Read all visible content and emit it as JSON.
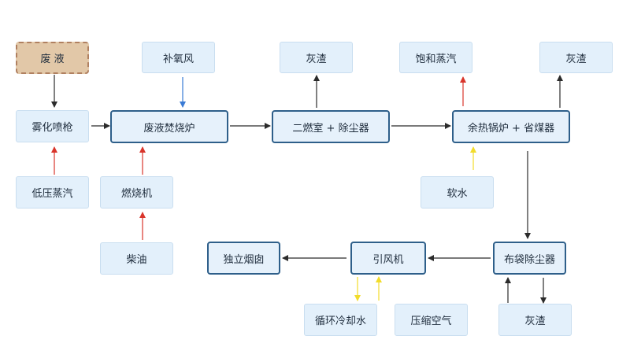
{
  "nodes": {
    "waste_liquid": "废 液",
    "oxygen_air": "补氧风",
    "ash_1": "灰渣",
    "saturated_steam": "饱和蒸汽",
    "ash_2": "灰渣",
    "atomizing_gun": "雾化喷枪",
    "incinerator": "废液焚烧炉",
    "secondary_chamber": "二燃室 + 除尘器",
    "boiler": "余热锅炉 + 省煤器",
    "low_pressure_steam": "低压蒸汽",
    "burner": "燃烧机",
    "soft_water": "软水",
    "diesel": "柴油",
    "chimney": "独立烟囱",
    "induced_fan": "引风机",
    "bag_filter": "布袋除尘器",
    "cooling_water": "循环冷却水",
    "compressed_air": "压缩空气",
    "ash_3": "灰渣"
  },
  "colors": {
    "flow": "#2b2b2b",
    "steam": "#d9352b",
    "air": "#3a7bd5",
    "water": "#f2dc2a",
    "main_border": "#2e5f8a",
    "node_fill": "#e3f0fb"
  }
}
